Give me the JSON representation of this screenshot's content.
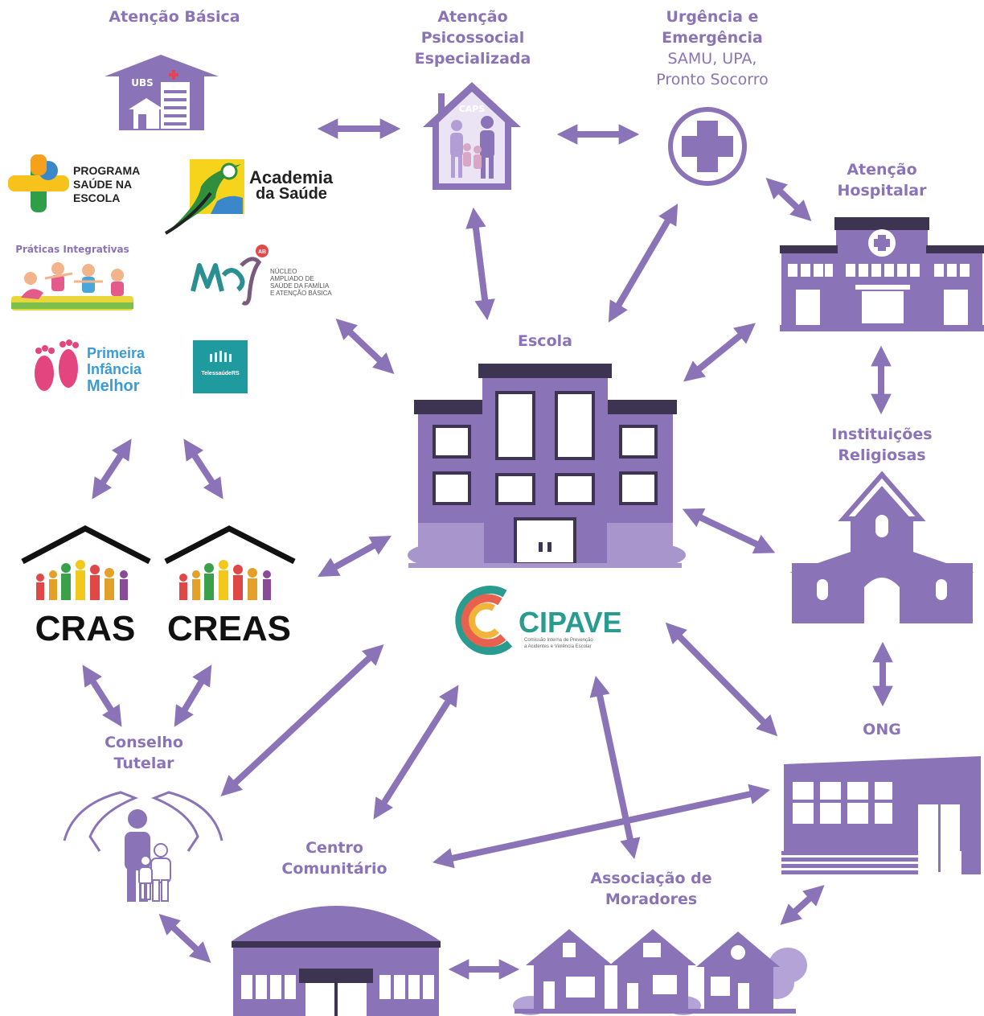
{
  "colors": {
    "primary": "#8a73b6",
    "dark": "#3d3452",
    "light": "#a795cc",
    "accent": "#e8424f"
  },
  "nodes": {
    "atencao_basica": "Atenção Básica",
    "caps": {
      "line1": "Atenção",
      "line2": "Psicossocial",
      "line3": "Especializada",
      "badge": "CAPS"
    },
    "urgencia": {
      "line1": "Urgência e",
      "line2": "Emergência",
      "sub1": "SAMU, UPA,",
      "sub2": "Pronto Socorro"
    },
    "hospitalar": {
      "line1": "Atenção",
      "line2": "Hospitalar"
    },
    "escola": "Escola",
    "religiosas": {
      "line1": "Instituições",
      "line2": "Religiosas"
    },
    "ong": "ONG",
    "conselho": {
      "line1": "Conselho",
      "line2": "Tutelar"
    },
    "centro": {
      "line1": "Centro",
      "line2": "Comunitário"
    },
    "associacao": {
      "line1": "Associação de",
      "line2": "Moradores"
    },
    "ubs_label": "UBS"
  },
  "logos": {
    "pse": {
      "line1": "PROGRAMA",
      "line2": "SAÚDE NA",
      "line3": "ESCOLA"
    },
    "academia": {
      "line1": "Academia",
      "line2": "da Saúde"
    },
    "praticas": "Práticas Integrativas",
    "nasf": {
      "ab": "AB",
      "line1": "NÚCLEO",
      "line2": "AMPLIADO DE",
      "line3": "SAÚDE DA FAMÍLIA",
      "line4": "E ATENÇÃO BÁSICA"
    },
    "pim": {
      "line1": "Primeira",
      "line2": "Infância",
      "line3": "Melhor"
    },
    "telessaude": "TelessaúdeRS",
    "cras": "CRAS",
    "creas": "CREAS",
    "cipave": {
      "name": "CIPAVE",
      "line1": "Comissão Interna de Prevenção",
      "line2": "a Acidentes e Violência Escolar"
    }
  },
  "icons": [
    "ubs-building-icon",
    "caps-house-icon",
    "emergency-cross-icon",
    "hospital-icon",
    "school-icon",
    "church-icon",
    "ong-building-icon",
    "protection-hands-icon",
    "community-center-icon",
    "houses-icon",
    "cras-house-icon",
    "creas-house-icon"
  ]
}
